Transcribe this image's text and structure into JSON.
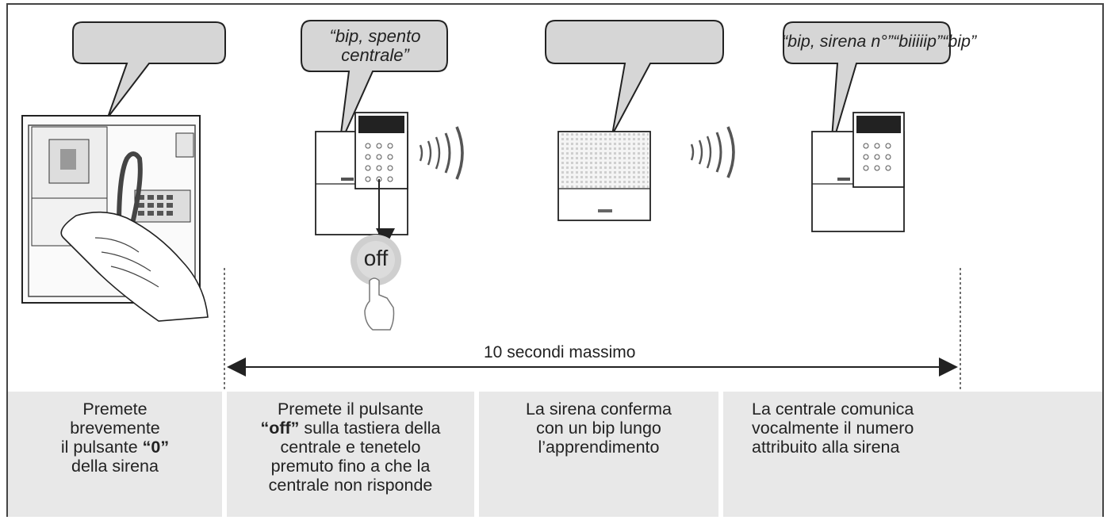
{
  "bubbles": [
    {
      "id": "bubble-1",
      "text": ""
    },
    {
      "id": "bubble-2",
      "line1": "“bip, spento",
      "line2": "centrale”"
    },
    {
      "id": "bubble-3",
      "text": ""
    },
    {
      "id": "bubble-4",
      "text": "“bip, sirena n°”“biiiiip”“bip”"
    }
  ],
  "device_labels": {
    "off_button": "off"
  },
  "timeline": {
    "label": "10 secondi massimo"
  },
  "steps": [
    {
      "parts": [
        {
          "t": "Premete"
        },
        {
          "br": true
        },
        {
          "t": "brevemente"
        },
        {
          "br": true
        },
        {
          "t": "il pulsante "
        },
        {
          "b": "“0”"
        },
        {
          "br": true
        },
        {
          "t": "della sirena"
        }
      ]
    },
    {
      "parts": [
        {
          "t": "Premete il pulsante"
        },
        {
          "br": true
        },
        {
          "b": "“off”"
        },
        {
          "t": " sulla tastiera della"
        },
        {
          "br": true
        },
        {
          "t": "centrale e tenetelo"
        },
        {
          "br": true
        },
        {
          "t": "premuto fino a che la"
        },
        {
          "br": true
        },
        {
          "t": "centrale non risponde"
        }
      ]
    },
    {
      "parts": [
        {
          "t": "La sirena conferma"
        },
        {
          "br": true
        },
        {
          "t": "con un bip lungo"
        },
        {
          "br": true
        },
        {
          "t": "l’apprendimento"
        }
      ]
    },
    {
      "parts": [
        {
          "t": "La centrale comunica"
        },
        {
          "br": true
        },
        {
          "t": "vocalmente il numero"
        },
        {
          "br": true
        },
        {
          "t": "attribuito alla sirena"
        }
      ]
    }
  ]
}
